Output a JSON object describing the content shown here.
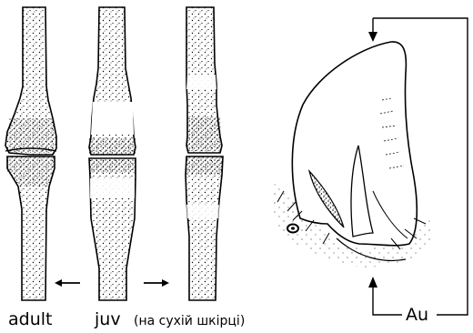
{
  "labels": {
    "adult": "adult",
    "juv": "juv",
    "note": "(на сухій шкірці)",
    "au": "Au"
  },
  "colors": {
    "ink": "#000000",
    "paper": "#ffffff"
  }
}
